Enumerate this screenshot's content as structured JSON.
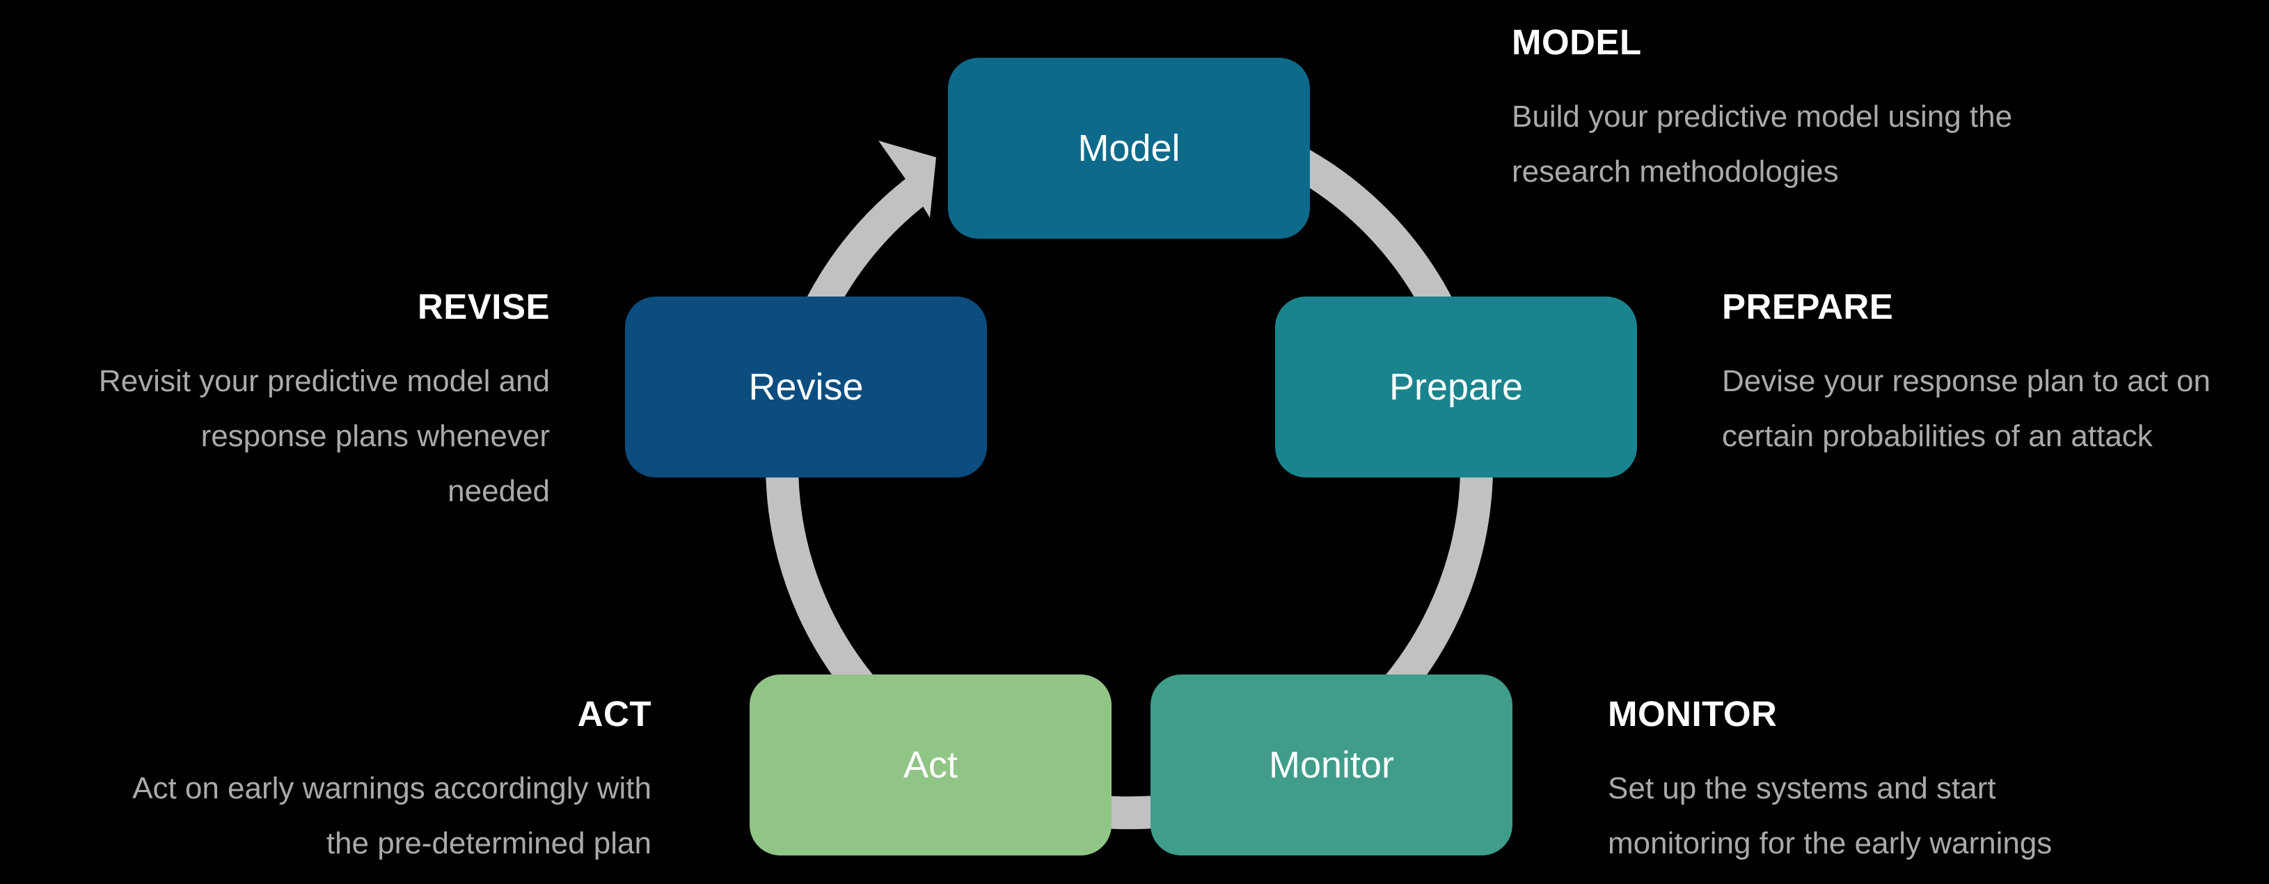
{
  "canvas": {
    "background": "#000000"
  },
  "ring": {
    "color": "#c1c1c1",
    "direction": "clockwise",
    "arrow_icon": "curved-arrow-head"
  },
  "text_colors": {
    "heading": "#ffffff",
    "description": "#aaaaaa",
    "box_label": "#ffffff"
  },
  "steps": [
    {
      "key": "model",
      "box_label": "Model",
      "box_color": "#0e6a8b",
      "heading": "MODEL",
      "line1": "Build your predictive model using the",
      "line2": "research methodologies"
    },
    {
      "key": "prepare",
      "box_label": "Prepare",
      "box_color": "#19848d",
      "heading": "PREPARE",
      "line1": "Devise your response plan to act on",
      "line2": "certain probabilities of an attack"
    },
    {
      "key": "monitor",
      "box_label": "Monitor",
      "box_color": "#3f9d8a",
      "heading": "MONITOR",
      "line1": "Set up the systems and start",
      "line2": "monitoring for the early warnings"
    },
    {
      "key": "act",
      "box_label": "Act",
      "box_color": "#91c586",
      "heading": "ACT",
      "line1": "Act on early warnings accordingly with",
      "line2": "the pre-determined plan"
    },
    {
      "key": "revise",
      "box_label": "Revise",
      "box_color": "#0c4d7f",
      "heading": "REVISE",
      "line1": "Revisit your predictive model and",
      "line2": "response plans whenever needed"
    }
  ]
}
